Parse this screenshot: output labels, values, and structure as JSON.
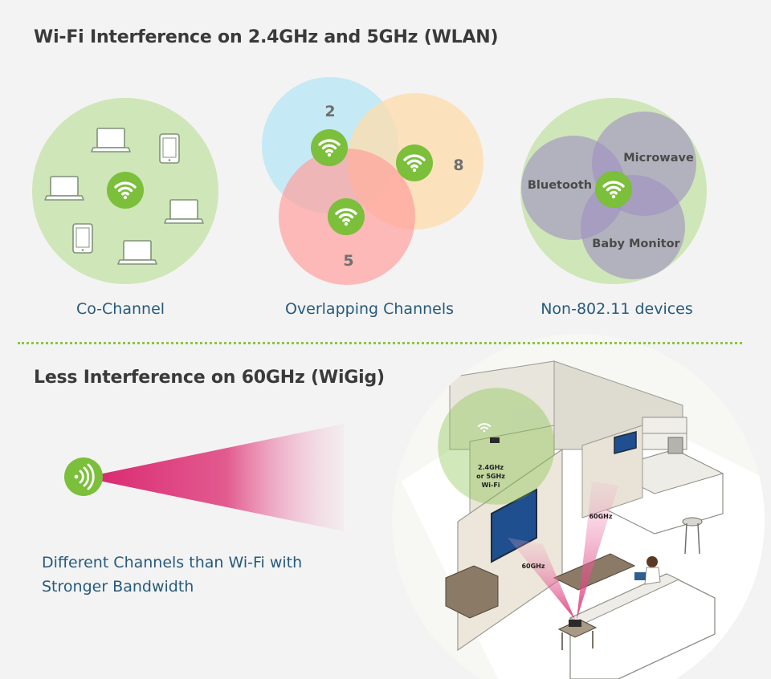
{
  "sections": {
    "wlan": {
      "title": "Wi-Fi Interference on 2.4GHz and 5GHz (WLAN)",
      "co_channel": {
        "caption": "Co-Channel"
      },
      "overlapping": {
        "caption": "Overlapping Channels",
        "channels": [
          "2",
          "8",
          "5"
        ]
      },
      "non_80211": {
        "caption": "Non-802.11 devices",
        "devices": [
          "Bluetooth",
          "Microwave",
          "Baby Monitor"
        ]
      }
    },
    "wigig": {
      "title": "Less Interference on 60GHz (WiGig)",
      "description": [
        "Different Channels than Wi-Fi with",
        "Stronger Bandwidth"
      ],
      "illustration": {
        "wifi_label": [
          "2.4GHz",
          "or 5GHz",
          "Wi-Fi"
        ],
        "beam_label_right": "60GHz",
        "beam_label_left": "60GHz"
      }
    }
  },
  "colors": {
    "accent_green": "#7bbf3a",
    "caption_blue": "#275a7c",
    "beam_pink": "#d9246d",
    "circle_green": "#cfe6b8",
    "channel2_blue": "#b5e6f6",
    "channel8_orange": "#ffdcaa",
    "channel5_red": "#ff9f9c",
    "interferer_purple": "#9f8fc2"
  },
  "icons": {
    "wifi": "wifi-icon",
    "laptop": "laptop-icon",
    "tablet": "tablet-icon",
    "wigig": "wigig-icon"
  }
}
